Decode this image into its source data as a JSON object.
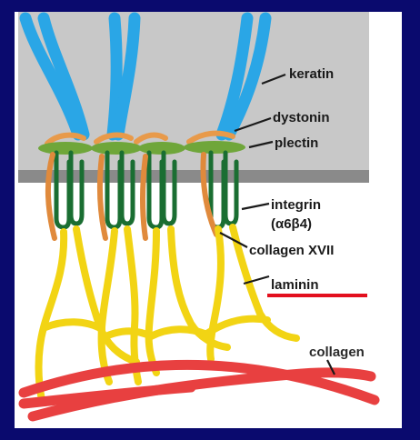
{
  "labels": {
    "keratin": "keratin",
    "dystonin": "dystonin",
    "plectin": "plectin",
    "integrin": "integrin",
    "integrin_sub": "(α6β4)",
    "collagen_xvii": "collagen XVII",
    "laminin": "laminin",
    "collagen": "collagen"
  },
  "colors": {
    "frame": "#0a0a6e",
    "cytoplasm": "#c8c8c8",
    "membrane": "#8a8a8a",
    "keratin": "#2aa6e6",
    "dystonin": "#e89a4a",
    "plectin": "#6fa63a",
    "integrin": "#1a6e32",
    "collagen_xvii": "#e08a3c",
    "laminin": "#f2d414",
    "collagen": "#e84040",
    "highlight_underline": "#e3101e",
    "label_text": "#1a1a1a",
    "collagen_label": "#2a2a2a"
  }
}
